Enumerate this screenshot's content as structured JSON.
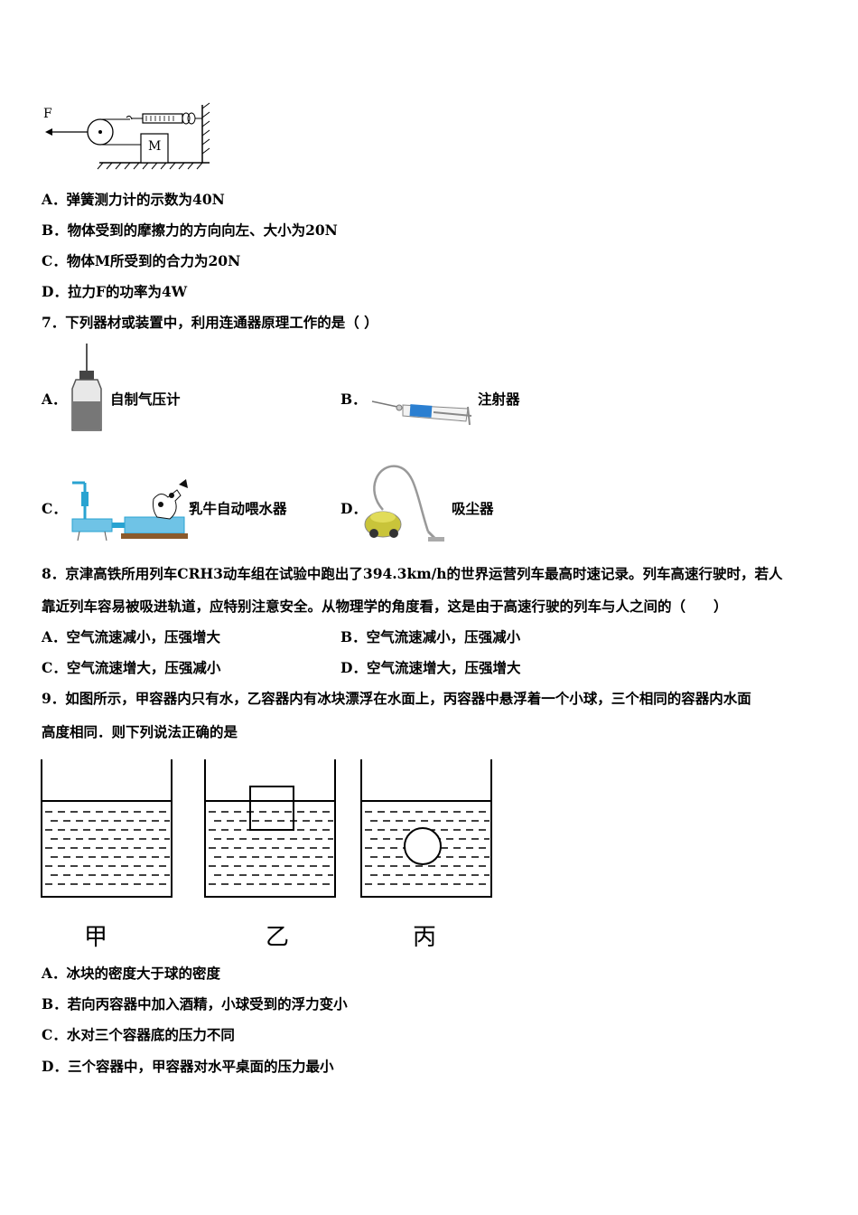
{
  "q6": {
    "figure": {
      "force_label": "F",
      "block_label": "M"
    },
    "options": [
      {
        "letter": "A．",
        "text": "弹簧测力计的示数为40N"
      },
      {
        "letter": "B．",
        "text": "物体受到的摩擦力的方向向左、大小为20N"
      },
      {
        "letter": "C．",
        "text": "物体M所受到的合力为20N"
      },
      {
        "letter": "D．",
        "text": "拉力F的功率为4W"
      }
    ]
  },
  "q7": {
    "stem": "7．下列器材或装置中，利用连通器原理工作的是（ ）",
    "options": [
      {
        "letter": "A．",
        "text": "自制气压计",
        "icon": "barometer-bottle-icon"
      },
      {
        "letter": "B．",
        "text": "注射器",
        "icon": "syringe-icon"
      },
      {
        "letter": "C．",
        "text": "乳牛自动喂水器",
        "icon": "cow-water-feeder-icon"
      },
      {
        "letter": "D．",
        "text": "吸尘器",
        "icon": "vacuum-cleaner-icon"
      }
    ]
  },
  "q8": {
    "stem_line1": "8．京津高铁所用列车CRH3动车组在试验中跑出了394.3km/h的世界运营列车最高时速记录。列车高速行驶时，若人",
    "stem_line2": "靠近列车容易被吸进轨道，应特别注意安全。从物理学的角度看，这是由于高速行驶的列车与人之间的（　　）",
    "options": [
      {
        "letter": "A．",
        "text": "空气流速减小，压强增大"
      },
      {
        "letter": "B．",
        "text": "空气流速减小，压强减小"
      },
      {
        "letter": "C．",
        "text": "空气流速增大，压强减小"
      },
      {
        "letter": "D．",
        "text": "空气流速增大，压强增大"
      }
    ]
  },
  "q9": {
    "stem_line1": "9．如图所示，甲容器内只有水，乙容器内有冰块漂浮在水面上，丙容器中悬浮着一个小球，三个相同的容器内水面",
    "stem_line2": "高度相同．则下列说法正确的是",
    "container_labels": [
      "甲",
      "乙",
      "丙"
    ],
    "options": [
      {
        "letter": "A．",
        "text": "冰块的密度大于球的密度"
      },
      {
        "letter": "B．",
        "text": "若向丙容器中加入酒精，小球受到的浮力变小"
      },
      {
        "letter": "C．",
        "text": "水对三个容器底的压力不同"
      },
      {
        "letter": "D．",
        "text": "三个容器中，甲容器对水平桌面的压力最小"
      }
    ]
  }
}
